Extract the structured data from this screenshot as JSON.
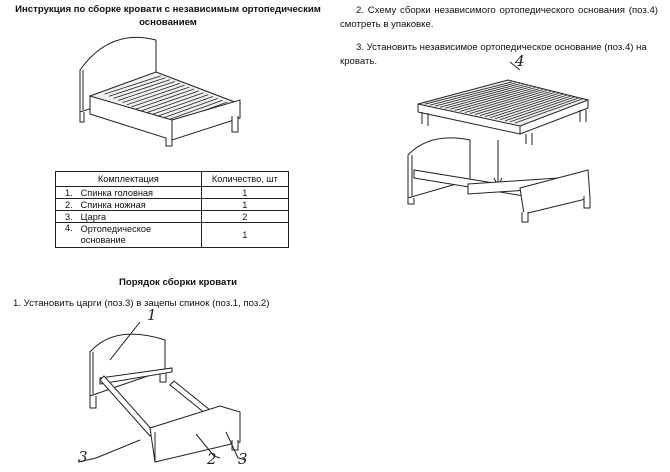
{
  "document": {
    "title": "Инструкция по сборке кровати с независимым ортопедическим основанием",
    "parts_table": {
      "headers": [
        "Комплектация",
        "Количество, шт"
      ],
      "rows": [
        {
          "num": "1.",
          "name": "Спинка головная",
          "qty": "1"
        },
        {
          "num": "2.",
          "name": "Спинка ножная",
          "qty": "1"
        },
        {
          "num": "3.",
          "name": "Царга",
          "qty": "2"
        },
        {
          "num": "4.",
          "name": "Ортопедическое основание",
          "qty": "1"
        }
      ]
    },
    "assembly_title": "Порядок сборки кровати",
    "steps": [
      "1.  Установить царги (поз.3) в зацепы спинок (поз.1, поз.2)",
      "2.  Схему сборки независимого ортопедического основания (поз.4) смотреть в упаковке.",
      "3.  Установить независимое ортопедическое основание (поз.4) на кровать."
    ],
    "callouts": {
      "pos1": "1",
      "pos2": "2",
      "pos3_left": "3",
      "pos3_right": "3",
      "pos4": "4"
    }
  }
}
